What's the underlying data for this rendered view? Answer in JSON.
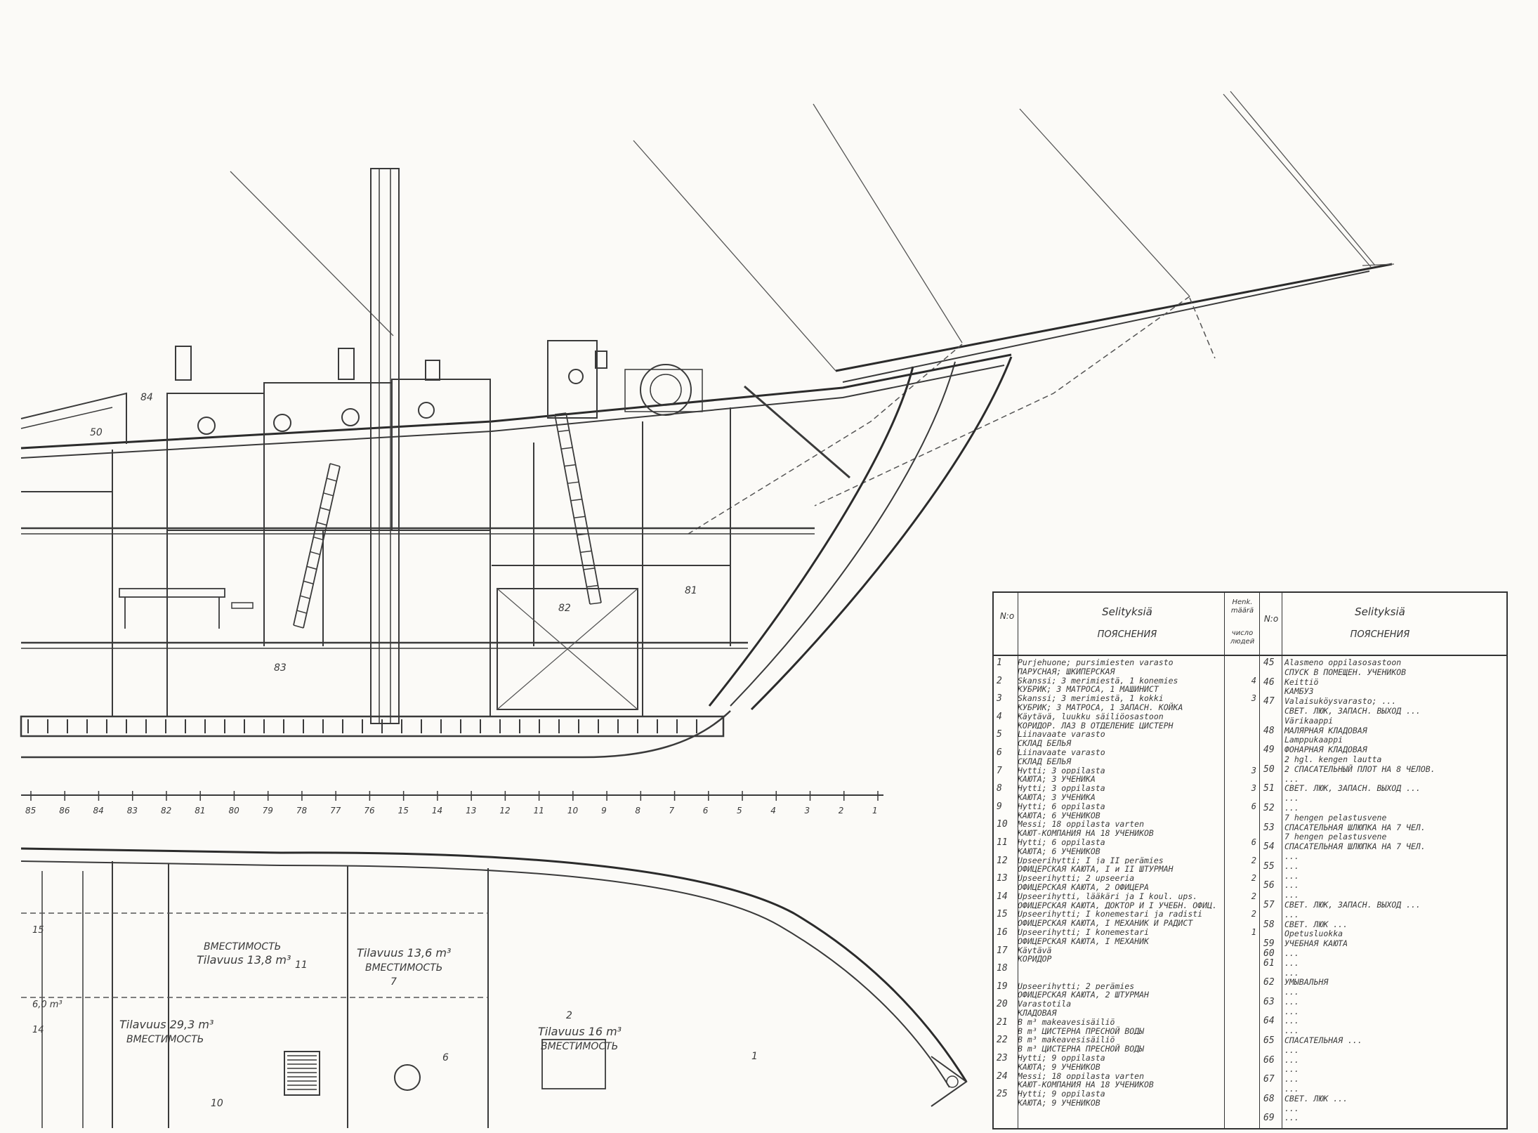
{
  "drawing": {
    "compartment_labels": {
      "stern_84": "84",
      "stern_50": "50",
      "hold_83": "83",
      "hold_82": "82",
      "hold_81": "81"
    },
    "station_numbers": [
      "85",
      "86",
      "84",
      "83",
      "82",
      "81",
      "80",
      "79",
      "78",
      "77",
      "76",
      "15",
      "14",
      "13",
      "12",
      "11",
      "10",
      "9",
      "8",
      "7",
      "6",
      "5",
      "4",
      "3",
      "2",
      "1"
    ],
    "plan_labels": {
      "tank_left_ru": "ВМЕСТИМОСТЬ",
      "tank_left_fi": "Tilavuus 13,8 m³",
      "tank_left_num": "11",
      "tank_mid_fi": "Tilavuus 13,6 m³",
      "tank_mid_ru": "ВМЕСТИМОСТЬ",
      "tank_mid_num": "7",
      "tank_low_fi": "Tilavuus 29,3 m³",
      "tank_low_ru": "ВМЕСТИМОСТЬ",
      "tank_fwd_num": "2",
      "tank_fwd_fi": "Tilavuus 16 m³",
      "tank_fwd_ru": "ВМЕСТИМОСТЬ",
      "side_15": "15",
      "side_6m": "6,0 m³",
      "side_14": "14",
      "num_6": "6",
      "num_10": "10",
      "num_1": "1"
    }
  },
  "legend": {
    "header_no_left": "N:o",
    "header_left_fi": "Selityksiä",
    "header_left_ru": "ПОЯСНЕНИЯ",
    "header_count_top": "Henk. määrä",
    "header_count_bot": "число людей",
    "header_no_right": "N:o",
    "header_right_fi": "Selityksiä",
    "header_right_ru": "ПОЯСНЕНИЯ",
    "left_rows": [
      {
        "no": "1",
        "text": "Purjehuone; pursimiesten varasto",
        "count": ""
      },
      {
        "no": "",
        "text": "ПАРУСНАЯ; ШКИПЕРСКАЯ",
        "count": ""
      },
      {
        "no": "2",
        "text": "Skanssi; 3 merimiestä, 1 konemies",
        "count": "4"
      },
      {
        "no": "",
        "text": "КУБРИК; 3 МАТРОСА, 1 МАШИНИСТ",
        "count": ""
      },
      {
        "no": "3",
        "text": "Skanssi; 3 merimiestä, 1 kokki",
        "count": "3"
      },
      {
        "no": "",
        "text": "КУБРИК; 3 МАТРОСА, 1 ЗАПАСН. КОЙКА",
        "count": ""
      },
      {
        "no": "4",
        "text": "Käytävä, luukku säiliöosastoon",
        "count": ""
      },
      {
        "no": "",
        "text": "КОРИДОР. ЛАЗ В ОТДЕЛЕНИЕ ЦИСТЕРН",
        "count": ""
      },
      {
        "no": "5",
        "text": "Liinavaate varasto",
        "count": ""
      },
      {
        "no": "",
        "text": "СКЛАД БЕЛЬЯ",
        "count": ""
      },
      {
        "no": "6",
        "text": "Liinavaate varasto",
        "count": ""
      },
      {
        "no": "",
        "text": "СКЛАД БЕЛЬЯ",
        "count": ""
      },
      {
        "no": "7",
        "text": "Hytti; 3 oppilasta",
        "count": "3"
      },
      {
        "no": "",
        "text": "КАЮТА; 3 УЧЕНИКА",
        "count": ""
      },
      {
        "no": "8",
        "text": "Hytti; 3 oppilasta",
        "count": "3"
      },
      {
        "no": "",
        "text": "КАЮТА; 3 УЧЕНИКА",
        "count": ""
      },
      {
        "no": "9",
        "text": "Hytti; 6 oppilasta",
        "count": "6"
      },
      {
        "no": "",
        "text": "КАЮТА; 6 УЧЕНИКОВ",
        "count": ""
      },
      {
        "no": "10",
        "text": "Messi; 18 oppilasta varten",
        "count": ""
      },
      {
        "no": "",
        "text": "КАЮТ-КОМПАНИЯ НА 18 УЧЕНИКОВ",
        "count": ""
      },
      {
        "no": "11",
        "text": "Hytti; 6 oppilasta",
        "count": "6"
      },
      {
        "no": "",
        "text": "КАЮТА; 6 УЧЕНИКОВ",
        "count": ""
      },
      {
        "no": "12",
        "text": "Upseerihytti; I ja II perämies",
        "count": "2"
      },
      {
        "no": "",
        "text": "ОФИЦЕРСКАЯ КАЮТА, I и II ШТУРМАН",
        "count": ""
      },
      {
        "no": "13",
        "text": "Upseerihytti; 2 upseeria",
        "count": "2"
      },
      {
        "no": "",
        "text": "ОФИЦЕРСКАЯ КАЮТА, 2 ОФИЦЕРА",
        "count": ""
      },
      {
        "no": "14",
        "text": "Upseerihytti, lääkäri ja I koul. ups.",
        "count": "2"
      },
      {
        "no": "",
        "text": "ОФИЦЕРСКАЯ КАЮТА, ДОКТОР И I УЧЕБН. ОФИЦ.",
        "count": ""
      },
      {
        "no": "15",
        "text": "Upseerihytti; I konemestari ja radisti",
        "count": "2"
      },
      {
        "no": "",
        "text": "ОФИЦЕРСКАЯ КАЮТА, I МЕХАНИК И РАДИСТ",
        "count": ""
      },
      {
        "no": "16",
        "text": "Upseerihytti; I konemestari",
        "count": "1"
      },
      {
        "no": "",
        "text": "ОФИЦЕРСКАЯ КАЮТА, I МЕХАНИК",
        "count": ""
      },
      {
        "no": "17",
        "text": "Käytävä",
        "count": ""
      },
      {
        "no": "",
        "text": "КОРИДОР",
        "count": ""
      },
      {
        "no": "18",
        "text": "",
        "count": ""
      },
      {
        "no": "",
        "text": "",
        "count": ""
      },
      {
        "no": "19",
        "text": "Upseerihytti; 2 perämies",
        "count": ""
      },
      {
        "no": "",
        "text": "ОФИЦЕРСКАЯ КАЮТА, 2 ШТУРМАН",
        "count": ""
      },
      {
        "no": "20",
        "text": "Varastotila",
        "count": ""
      },
      {
        "no": "",
        "text": "КЛАДОВАЯ",
        "count": ""
      },
      {
        "no": "21",
        "text": "B m³ makeavesisäiliö",
        "count": ""
      },
      {
        "no": "",
        "text": "B m³ ЦИСТЕРНА ПРЕСНОЙ ВОДЫ",
        "count": ""
      },
      {
        "no": "22",
        "text": "B m³ makeavesisäiliö",
        "count": ""
      },
      {
        "no": "",
        "text": "B m³ ЦИСТЕРНА ПРЕСНОЙ ВОДЫ",
        "count": ""
      },
      {
        "no": "23",
        "text": "Hytti; 9 oppilasta",
        "count": ""
      },
      {
        "no": "",
        "text": "КАЮТА; 9 УЧЕНИКОВ",
        "count": ""
      },
      {
        "no": "24",
        "text": "Messi; 18 oppilasta varten",
        "count": ""
      },
      {
        "no": "",
        "text": "КАЮТ-КОМПАНИЯ НА 18 УЧЕНИКОВ",
        "count": ""
      },
      {
        "no": "25",
        "text": "Hytti; 9 oppilasta",
        "count": ""
      },
      {
        "no": "",
        "text": "КАЮТА; 9 УЧЕНИКОВ",
        "count": ""
      }
    ],
    "right_rows": [
      {
        "no": "45",
        "text": "Alasmeno oppilasosastoon"
      },
      {
        "no": "",
        "text": "СПУСК В ПОМЕЩЕН. УЧЕНИКОВ"
      },
      {
        "no": "46",
        "text": "Keittiö"
      },
      {
        "no": "",
        "text": "КАМБУЗ"
      },
      {
        "no": "47",
        "text": "Valaisuköysvarasto; ..."
      },
      {
        "no": "",
        "text": "СВЕТ. ЛЮК, ЗАПАСН. ВЫХОД ..."
      },
      {
        "no": "",
        "text": "Värikaappi"
      },
      {
        "no": "48",
        "text": "МАЛЯРНАЯ КЛАДОВАЯ"
      },
      {
        "no": "",
        "text": "Lamppukaappi"
      },
      {
        "no": "49",
        "text": "ФОНАРНАЯ КЛАДОВАЯ"
      },
      {
        "no": "",
        "text": "2 hgl. kengen lautta"
      },
      {
        "no": "50",
        "text": "2 СПАСАТЕЛЬНЫЙ ПЛОТ НА 8 ЧЕЛОВ."
      },
      {
        "no": "",
        "text": "..."
      },
      {
        "no": "51",
        "text": "СВЕТ. ЛЮК, ЗАПАСН. ВЫХОД ..."
      },
      {
        "no": "",
        "text": "..."
      },
      {
        "no": "52",
        "text": "..."
      },
      {
        "no": "",
        "text": "7 hengen pelastusvene"
      },
      {
        "no": "53",
        "text": "СПАСАТЕЛЬНАЯ ШЛЮПКА НА 7 ЧЕЛ."
      },
      {
        "no": "",
        "text": "7 hengen pelastusvene"
      },
      {
        "no": "54",
        "text": "СПАСАТЕЛЬНАЯ ШЛЮПКА НА 7 ЧЕЛ."
      },
      {
        "no": "",
        "text": "..."
      },
      {
        "no": "55",
        "text": "..."
      },
      {
        "no": "",
        "text": "..."
      },
      {
        "no": "56",
        "text": "..."
      },
      {
        "no": "",
        "text": "..."
      },
      {
        "no": "57",
        "text": "СВЕТ. ЛЮК, ЗАПАСН. ВЫХОД ..."
      },
      {
        "no": "",
        "text": "..."
      },
      {
        "no": "58",
        "text": "СВЕТ. ЛЮК ..."
      },
      {
        "no": "",
        "text": "Opetusluokka"
      },
      {
        "no": "59",
        "text": "УЧЕБНАЯ КАЮТА"
      },
      {
        "no": "60",
        "text": "..."
      },
      {
        "no": "61",
        "text": "..."
      },
      {
        "no": "",
        "text": "..."
      },
      {
        "no": "62",
        "text": "УМЫВАЛЬНЯ"
      },
      {
        "no": "",
        "text": "..."
      },
      {
        "no": "63",
        "text": "..."
      },
      {
        "no": "",
        "text": "..."
      },
      {
        "no": "64",
        "text": "..."
      },
      {
        "no": "",
        "text": "..."
      },
      {
        "no": "65",
        "text": "СПАСАТЕЛЬНАЯ ..."
      },
      {
        "no": "",
        "text": "..."
      },
      {
        "no": "66",
        "text": "..."
      },
      {
        "no": "",
        "text": "..."
      },
      {
        "no": "67",
        "text": "..."
      },
      {
        "no": "",
        "text": "..."
      },
      {
        "no": "68",
        "text": "СВЕТ. ЛЮК ..."
      },
      {
        "no": "",
        "text": "..."
      },
      {
        "no": "69",
        "text": "..."
      }
    ]
  }
}
